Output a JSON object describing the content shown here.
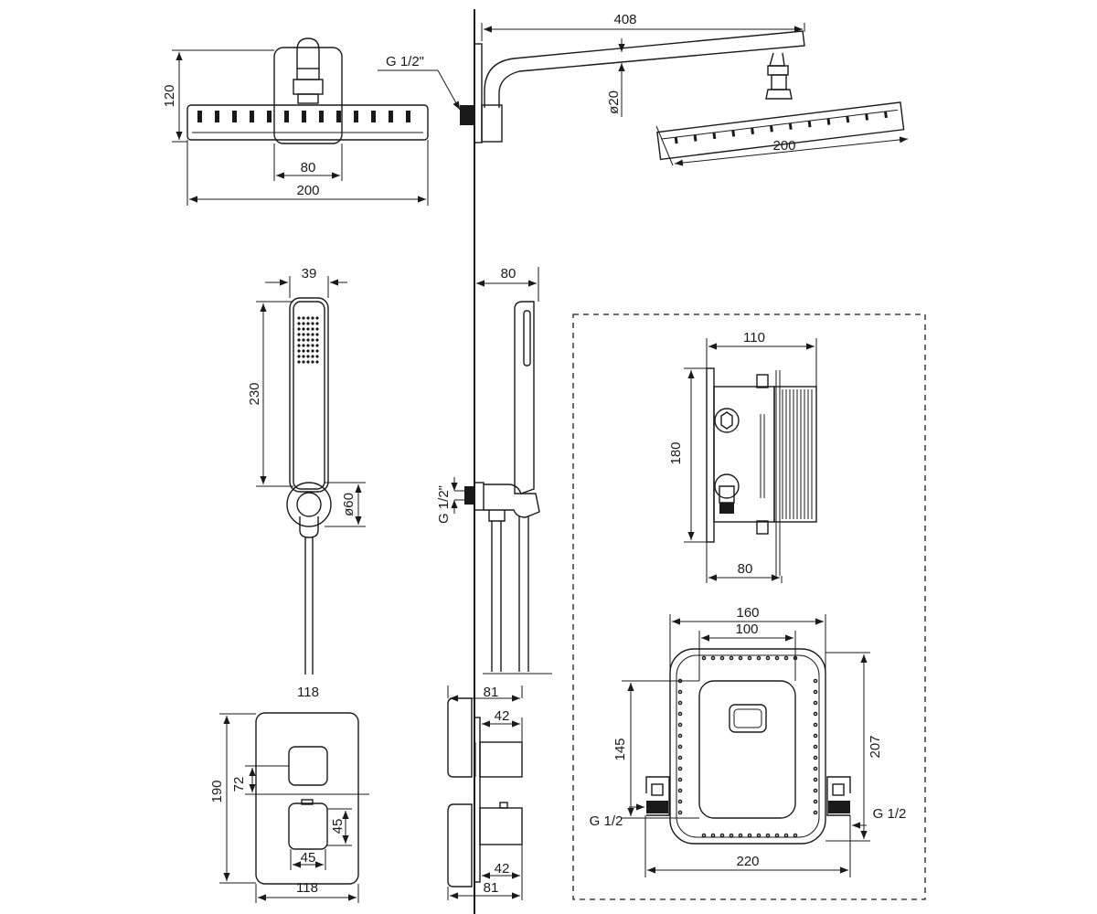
{
  "colors": {
    "line": "#1a1a1a",
    "background": "#ffffff"
  },
  "rain_head_front": {
    "height": "120",
    "width": "200",
    "mount_width": "80"
  },
  "rain_head_side": {
    "arm_length": "408",
    "pipe_diameter": "ø20",
    "head_width": "200",
    "wall_thread": "G 1/2\""
  },
  "hand_shower_front": {
    "handle_width": "39",
    "length": "230",
    "holder_diameter": "ø60"
  },
  "hand_shower_side": {
    "projection": "80",
    "wall_thread": "G 1/2\""
  },
  "mixer_panel_front": {
    "top_width": "118",
    "height": "190",
    "knob_spacing": "72",
    "knob_height": "45",
    "knob_width": "45",
    "bottom_width": "118"
  },
  "mixer_panel_side": {
    "top_depth": "81",
    "top_knob_depth": "42",
    "bottom_knob_depth": "42",
    "bottom_depth": "81"
  },
  "box_side": {
    "width": "110",
    "height": "180",
    "depth": "80"
  },
  "box_front": {
    "outer_width": "160",
    "inner_width": "100",
    "inner_height": "145",
    "outer_height": "207",
    "left_thread": "G 1/2",
    "right_thread": "G 1/2",
    "total_width": "220"
  }
}
